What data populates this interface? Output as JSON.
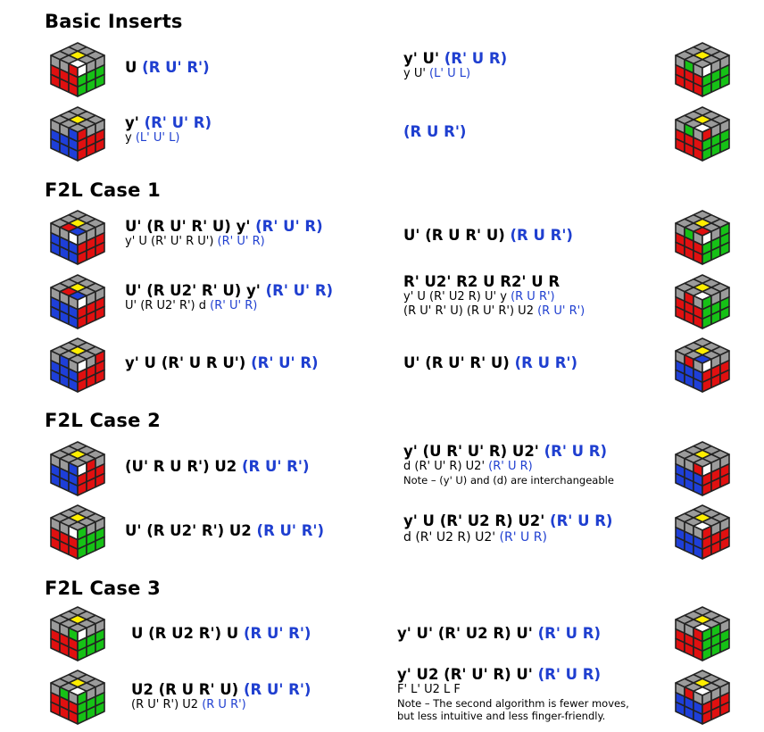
{
  "sections": [
    {
      "title": "Basic Inserts"
    },
    {
      "title": "F2L Case 1"
    },
    {
      "title": "F2L Case 2"
    },
    {
      "title": "F2L Case 3"
    }
  ],
  "cases": [
    {
      "primary": {
        "black": "U ",
        "blue": "(R U' R')"
      }
    },
    {
      "primary": {
        "black": "y' U' ",
        "blue": "(R' U R)"
      },
      "lines": [
        {
          "black": "y U' ",
          "blue": "(L' U L)"
        }
      ]
    },
    {
      "primary": {
        "black": "y' ",
        "blue": "(R' U' R)"
      },
      "lines": [
        {
          "black": "y ",
          "blue": "(L' U' L)"
        }
      ]
    },
    {
      "primary": {
        "black": "",
        "blue": "(R U R')"
      }
    },
    {
      "primary": {
        "black": "U' (R U' R' U) y' ",
        "blue": "(R' U' R)"
      },
      "lines": [
        {
          "black": "y' U (R' U' R U') ",
          "blue": "(R' U' R)"
        }
      ]
    },
    {
      "primary": {
        "black": "U' (R U R' U) ",
        "blue": "(R U R')"
      }
    },
    {
      "primary": {
        "black": "U' (R U2' R' U) y' ",
        "blue": "(R' U' R)"
      },
      "lines": [
        {
          "black": "U' (R U2' R') d ",
          "blue": "(R' U' R)"
        }
      ]
    },
    {
      "primary": {
        "black": "R' U2' R2 U R2' U R",
        "blue": ""
      },
      "lines": [
        {
          "black": "y' U (R' U2 R) U' y ",
          "blue": "(R U R')"
        },
        {
          "black": "(R U' R' U) (R U' R') U2 ",
          "blue": "(R U' R')"
        }
      ]
    },
    {
      "primary": {
        "black": "y' U (R' U R U') ",
        "blue": "(R' U' R)"
      }
    },
    {
      "primary": {
        "black": "U' (R U' R' U) ",
        "blue": "(R U R')"
      }
    },
    {
      "primary": {
        "black": "(U' R U R') U2 ",
        "blue": "(R U' R')"
      }
    },
    {
      "primary": {
        "black": "y' (U R' U' R) U2' ",
        "blue": "(R' U R)"
      },
      "lines": [
        {
          "black": "d (R' U' R) U2' ",
          "blue": "(R' U R)"
        }
      ],
      "notes": [
        "Note – (y' U) and (d) are interchangeable"
      ]
    },
    {
      "primary": {
        "black": "U' (R U2' R') U2 ",
        "blue": "(R U' R')"
      }
    },
    {
      "primary": {
        "black": "y' U (R' U2 R) U2' ",
        "blue": "(R' U R)"
      },
      "lines": [
        {
          "black": "d (R' U2 R) U2' ",
          "blue": "(R' U R)"
        }
      ]
    },
    {
      "primary": {
        "black": "U (R U2 R') U ",
        "blue": "(R U' R')"
      }
    },
    {
      "primary": {
        "black": "y' U' (R' U2 R) U' ",
        "blue": "(R' U R)"
      }
    },
    {
      "primary": {
        "black": "U2 (R U R' U) ",
        "blue": "(R U' R')"
      },
      "lines": [
        {
          "black": "(R U' R') U2 ",
          "blue": "(R U R')"
        }
      ]
    },
    {
      "primary": {
        "black": "y' U2 (R' U' R) U' ",
        "blue": "(R' U R)"
      },
      "lines": [
        {
          "black": "F' L' U2 L F",
          "blue": ""
        }
      ],
      "notes": [
        "Note – The second algorithm is fewer moves,",
        "but less intuitive and less finger-friendly."
      ]
    }
  ],
  "cubes": [
    {
      "name": "cube-basic-1",
      "top": [
        "g",
        "g",
        "g",
        "g",
        "y",
        "g",
        "g",
        "g",
        "w"
      ],
      "left": [
        "g",
        "g",
        "r",
        "r",
        "r",
        "r",
        "r",
        "r",
        "r"
      ],
      "right": [
        "w",
        "g",
        "g",
        "gr",
        "gr",
        "gr",
        "gr",
        "gr",
        "gr"
      ]
    },
    {
      "name": "cube-basic-2",
      "top": [
        "g",
        "g",
        "g",
        "g",
        "y",
        "g",
        "g",
        "g",
        "g"
      ],
      "left": [
        "g",
        "g",
        "b",
        "b",
        "b",
        "b",
        "b",
        "b",
        "b"
      ],
      "right": [
        "r",
        "g",
        "g",
        "r",
        "r",
        "r",
        "r",
        "r",
        "r"
      ]
    },
    {
      "name": "cube-basic-3",
      "top": [
        "g",
        "g",
        "g",
        "g",
        "y",
        "g",
        "g",
        "r",
        "b"
      ],
      "left": [
        "g",
        "g",
        "w",
        "b",
        "b",
        "b",
        "b",
        "b",
        "b"
      ],
      "right": [
        "g",
        "g",
        "g",
        "r",
        "r",
        "r",
        "r",
        "r",
        "r"
      ]
    },
    {
      "name": "cube-basic-4",
      "top": [
        "g",
        "g",
        "g",
        "g",
        "y",
        "g",
        "g",
        "g",
        "g"
      ],
      "left": [
        "g",
        "gr",
        "g",
        "r",
        "r",
        "r",
        "r",
        "r",
        "r"
      ],
      "right": [
        "w",
        "g",
        "g",
        "gr",
        "gr",
        "gr",
        "gr",
        "gr",
        "gr"
      ]
    },
    {
      "name": "cube-case1-1",
      "top": [
        "g",
        "g",
        "g",
        "g",
        "y",
        "g",
        "g",
        "r",
        "b"
      ],
      "left": [
        "g",
        "g",
        "g",
        "b",
        "b",
        "b",
        "b",
        "b",
        "b"
      ],
      "right": [
        "w",
        "g",
        "g",
        "r",
        "r",
        "r",
        "r",
        "r",
        "r"
      ]
    },
    {
      "name": "cube-case1-2",
      "top": [
        "g",
        "g",
        "g",
        "g",
        "y",
        "g",
        "g",
        "g",
        "w"
      ],
      "left": [
        "g",
        "gr",
        "g",
        "r",
        "r",
        "r",
        "r",
        "r",
        "r"
      ],
      "right": [
        "r",
        "g",
        "g",
        "gr",
        "gr",
        "gr",
        "gr",
        "gr",
        "gr"
      ]
    },
    {
      "name": "cube-case1-3",
      "top": [
        "g",
        "g",
        "g",
        "g",
        "y",
        "g",
        "g",
        "g",
        "g"
      ],
      "left": [
        "g",
        "b",
        "g",
        "b",
        "b",
        "b",
        "b",
        "b",
        "b"
      ],
      "right": [
        "w",
        "g",
        "r",
        "r",
        "r",
        "r",
        "r",
        "r",
        "r"
      ]
    },
    {
      "name": "cube-case1-4",
      "top": [
        "g",
        "g",
        "g",
        "g",
        "y",
        "g",
        "g",
        "g",
        "r"
      ],
      "left": [
        "g",
        "gr",
        "g",
        "r",
        "r",
        "r",
        "r",
        "r",
        "r"
      ],
      "right": [
        "w",
        "g",
        "gr",
        "gr",
        "gr",
        "gr",
        "gr",
        "gr",
        "gr"
      ]
    },
    {
      "name": "cube-case1-5",
      "top": [
        "g",
        "g",
        "g",
        "g",
        "y",
        "g",
        "g",
        "g",
        "g"
      ],
      "left": [
        "g",
        "g",
        "b",
        "b",
        "b",
        "b",
        "b",
        "b",
        "b"
      ],
      "right": [
        "w",
        "r",
        "g",
        "r",
        "r",
        "r",
        "r",
        "r",
        "r"
      ]
    },
    {
      "name": "cube-case1-6",
      "top": [
        "g",
        "g",
        "g",
        "g",
        "y",
        "g",
        "g",
        "g",
        "w"
      ],
      "left": [
        "g",
        "r",
        "g",
        "r",
        "r",
        "r",
        "r",
        "r",
        "r"
      ],
      "right": [
        "gr",
        "g",
        "g",
        "gr",
        "gr",
        "gr",
        "gr",
        "gr",
        "gr"
      ]
    },
    {
      "name": "cube-case2-1",
      "top": [
        "g",
        "g",
        "g",
        "g",
        "y",
        "g",
        "g",
        "g",
        "g"
      ],
      "left": [
        "g",
        "g",
        "w",
        "r",
        "r",
        "r",
        "r",
        "r",
        "r"
      ],
      "right": [
        "gr",
        "g",
        "g",
        "gr",
        "gr",
        "gr",
        "gr",
        "gr",
        "gr"
      ]
    },
    {
      "name": "cube-case2-2",
      "top": [
        "g",
        "g",
        "g",
        "g",
        "y",
        "g",
        "g",
        "g",
        "b"
      ],
      "left": [
        "g",
        "r",
        "g",
        "b",
        "b",
        "b",
        "b",
        "b",
        "b"
      ],
      "right": [
        "w",
        "g",
        "g",
        "r",
        "r",
        "r",
        "r",
        "r",
        "r"
      ]
    },
    {
      "name": "cube-case2-3",
      "top": [
        "g",
        "g",
        "g",
        "g",
        "y",
        "g",
        "g",
        "g",
        "g"
      ],
      "left": [
        "g",
        "g",
        "gr",
        "r",
        "r",
        "r",
        "r",
        "r",
        "r"
      ],
      "right": [
        "w",
        "g",
        "g",
        "gr",
        "gr",
        "gr",
        "gr",
        "gr",
        "gr"
      ]
    },
    {
      "name": "cube-case2-4",
      "top": [
        "g",
        "g",
        "g",
        "g",
        "y",
        "g",
        "g",
        "g",
        "g"
      ],
      "left": [
        "g",
        "g",
        "r",
        "b",
        "b",
        "b",
        "b",
        "b",
        "b"
      ],
      "right": [
        "w",
        "g",
        "g",
        "r",
        "r",
        "r",
        "r",
        "r",
        "r"
      ]
    },
    {
      "name": "cube-case3-1",
      "top": [
        "g",
        "g",
        "g",
        "g",
        "y",
        "g",
        "g",
        "g",
        "w"
      ],
      "left": [
        "g",
        "gr",
        "g",
        "r",
        "r",
        "r",
        "r",
        "r",
        "r"
      ],
      "right": [
        "gr",
        "g",
        "g",
        "gr",
        "gr",
        "gr",
        "gr",
        "gr",
        "gr"
      ]
    },
    {
      "name": "cube-case3-2",
      "top": [
        "g",
        "g",
        "g",
        "g",
        "y",
        "g",
        "g",
        "g",
        "w"
      ],
      "left": [
        "g",
        "g",
        "g",
        "b",
        "b",
        "b",
        "b",
        "b",
        "b"
      ],
      "right": [
        "r",
        "g",
        "g",
        "r",
        "r",
        "r",
        "r",
        "r",
        "r"
      ]
    },
    {
      "name": "cube-case3-3",
      "top": [
        "g",
        "g",
        "g",
        "g",
        "y",
        "g",
        "g",
        "g",
        "w"
      ],
      "left": [
        "g",
        "g",
        "r",
        "r",
        "r",
        "r",
        "r",
        "r",
        "r"
      ],
      "right": [
        "gr",
        "gr",
        "g",
        "gr",
        "gr",
        "gr",
        "gr",
        "gr",
        "gr"
      ]
    },
    {
      "name": "cube-case3-4",
      "top": [
        "g",
        "g",
        "g",
        "g",
        "y",
        "g",
        "g",
        "g",
        "w"
      ],
      "left": [
        "g",
        "r",
        "g",
        "b",
        "b",
        "b",
        "b",
        "b",
        "b"
      ],
      "right": [
        "g",
        "g",
        "g",
        "r",
        "r",
        "r",
        "r",
        "r",
        "r"
      ]
    }
  ],
  "colors": {
    "g": "#9b9b9b",
    "y": "#ffee00",
    "w": "#ffffff",
    "r": "#e01010",
    "b": "#1e3fd8",
    "gr": "#16c116",
    "outline": "#222222"
  }
}
